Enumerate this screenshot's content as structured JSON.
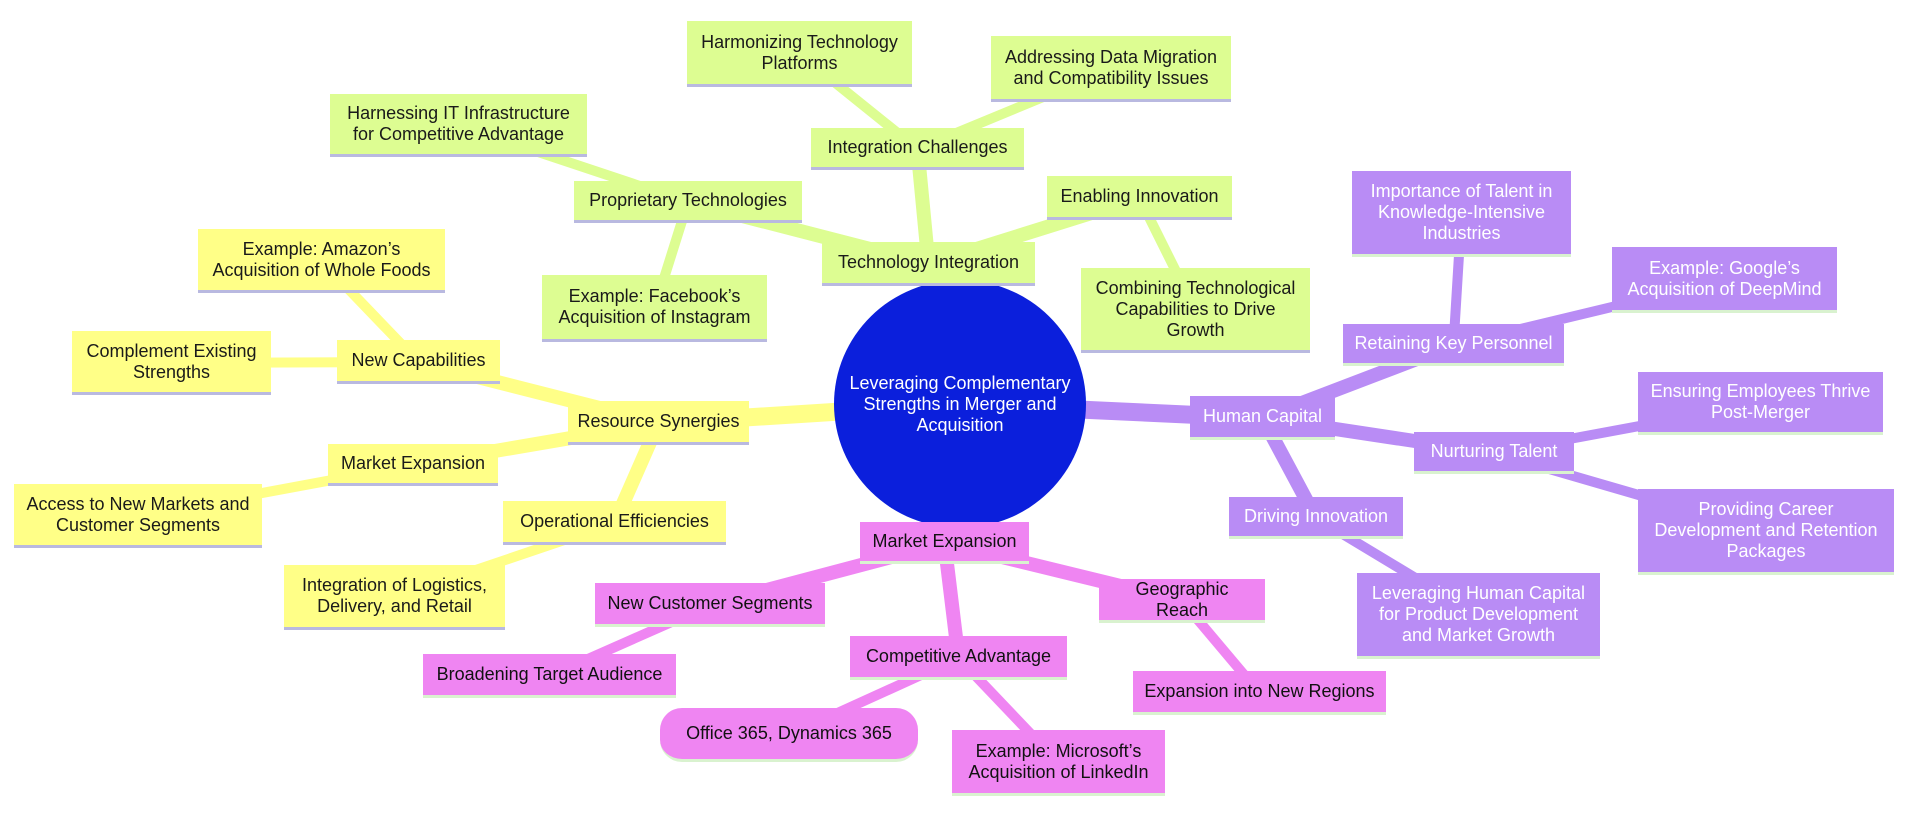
{
  "root": "Leveraging Complementary Strengths in Merger and Acquisition",
  "colors": {
    "yellow": "#ffff87",
    "green": "#ddfd92",
    "purple": "#b98cf5",
    "magenta": "#ef85f2",
    "root": "#0b1fdc"
  },
  "technology": {
    "title": "Technology Integration",
    "proprietary": "Proprietary Technologies",
    "harnessing": "Harnessing IT Infrastructure for Competitive Advantage",
    "facebook": "Example: Facebook’s Acquisition of Instagram",
    "challenges": "Integration Challenges",
    "harmonizing": "Harmonizing Technology Platforms",
    "migration": "Addressing Data Migration and Compatibility Issues",
    "innovation": "Enabling Innovation",
    "combining": "Combining Technological Capabilities to Drive Growth"
  },
  "resource": {
    "title": "Resource Synergies",
    "new_cap": "New Capabilities",
    "amazon": "Example: Amazon’s Acquisition of Whole Foods",
    "complement": "Complement Existing Strengths",
    "market_exp": "Market Expansion",
    "access": "Access to New Markets and Customer Segments",
    "operational": "Operational Efficiencies",
    "logistics": "Integration of Logistics, Delivery, and Retail"
  },
  "human": {
    "title": "Human Capital",
    "retaining": "Retaining Key Personnel",
    "importance": "Importance of Talent in Knowledge-Intensive Industries",
    "google": "Example: Google’s Acquisition of DeepMind",
    "nurturing": "Nurturing Talent",
    "thrive": "Ensuring Employees Thrive Post-Merger",
    "career": "Providing Career Development and Retention Packages",
    "driving": "Driving Innovation",
    "leveraging": "Leveraging Human Capital for Product Development and Market Growth"
  },
  "market": {
    "title": "Market Expansion",
    "new_seg": "New Customer Segments",
    "broadening": "Broadening Target Audience",
    "competitive": "Competitive Advantage",
    "office": "Office 365, Dynamics 365",
    "microsoft": "Example: Microsoft’s Acquisition of LinkedIn",
    "geographic": "Geographic Reach",
    "regions": "Expansion into New Regions"
  }
}
